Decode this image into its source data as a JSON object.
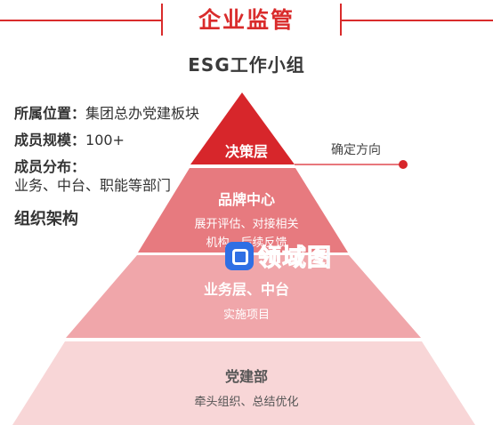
{
  "header": {
    "title": "企业监管",
    "subtitle": "ESG工作小组"
  },
  "info": {
    "location_label": "所属位置：",
    "location_value": "集团总办党建板块",
    "scale_label": "成员规模：",
    "scale_value": "100+",
    "distribution_label": "成员分布：",
    "distribution_value": "业务、中台、职能等部门",
    "org_title": "组织架构"
  },
  "pyramid": {
    "levels": [
      {
        "name": "决策层",
        "desc": "",
        "color": "#d7262b"
      },
      {
        "name": "品牌中心",
        "desc_line1": "展开评估、对接相关",
        "desc_line2": "机构、后续反馈",
        "color": "#e77a7f"
      },
      {
        "name": "业务层、中台",
        "desc": "实施项目",
        "color": "#f0a6aa"
      },
      {
        "name": "党建部",
        "desc": "牵头组织、总结优化",
        "color": "#f8d6d7"
      }
    ],
    "callout": "确定方向"
  },
  "watermark": {
    "text": "领域图"
  },
  "colors": {
    "accent": "#d92b2b"
  }
}
